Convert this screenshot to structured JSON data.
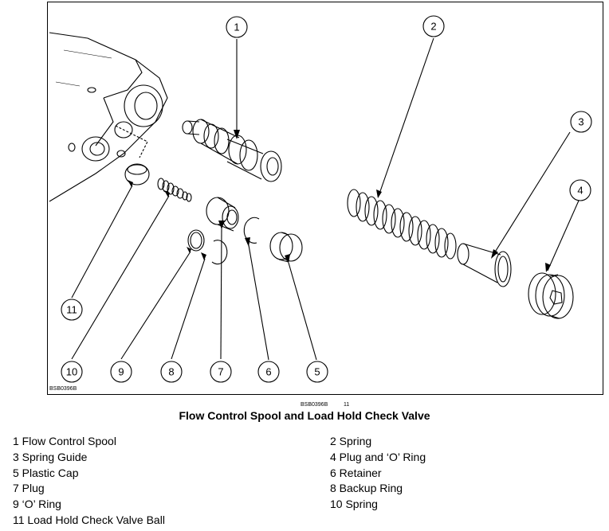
{
  "figure": {
    "code_inside": "BSB0396B",
    "callouts": [
      "1",
      "2",
      "3",
      "4",
      "5",
      "6",
      "7",
      "8",
      "9",
      "10",
      "11"
    ]
  },
  "caption": {
    "code": "BSB0396B",
    "figure_number": "11",
    "title": "Flow Control Spool and Load Hold Check Valve"
  },
  "legend": {
    "left": [
      "1 Flow Control Spool",
      "3 Spring Guide",
      "5 Plastic Cap",
      "7 Plug",
      "9 ‘O’ Ring",
      "11 Load Hold Check Valve Ball"
    ],
    "right": [
      "2 Spring",
      "4 Plug and ‘O’ Ring",
      "6 Retainer",
      "8 Backup Ring",
      "10 Spring"
    ]
  }
}
